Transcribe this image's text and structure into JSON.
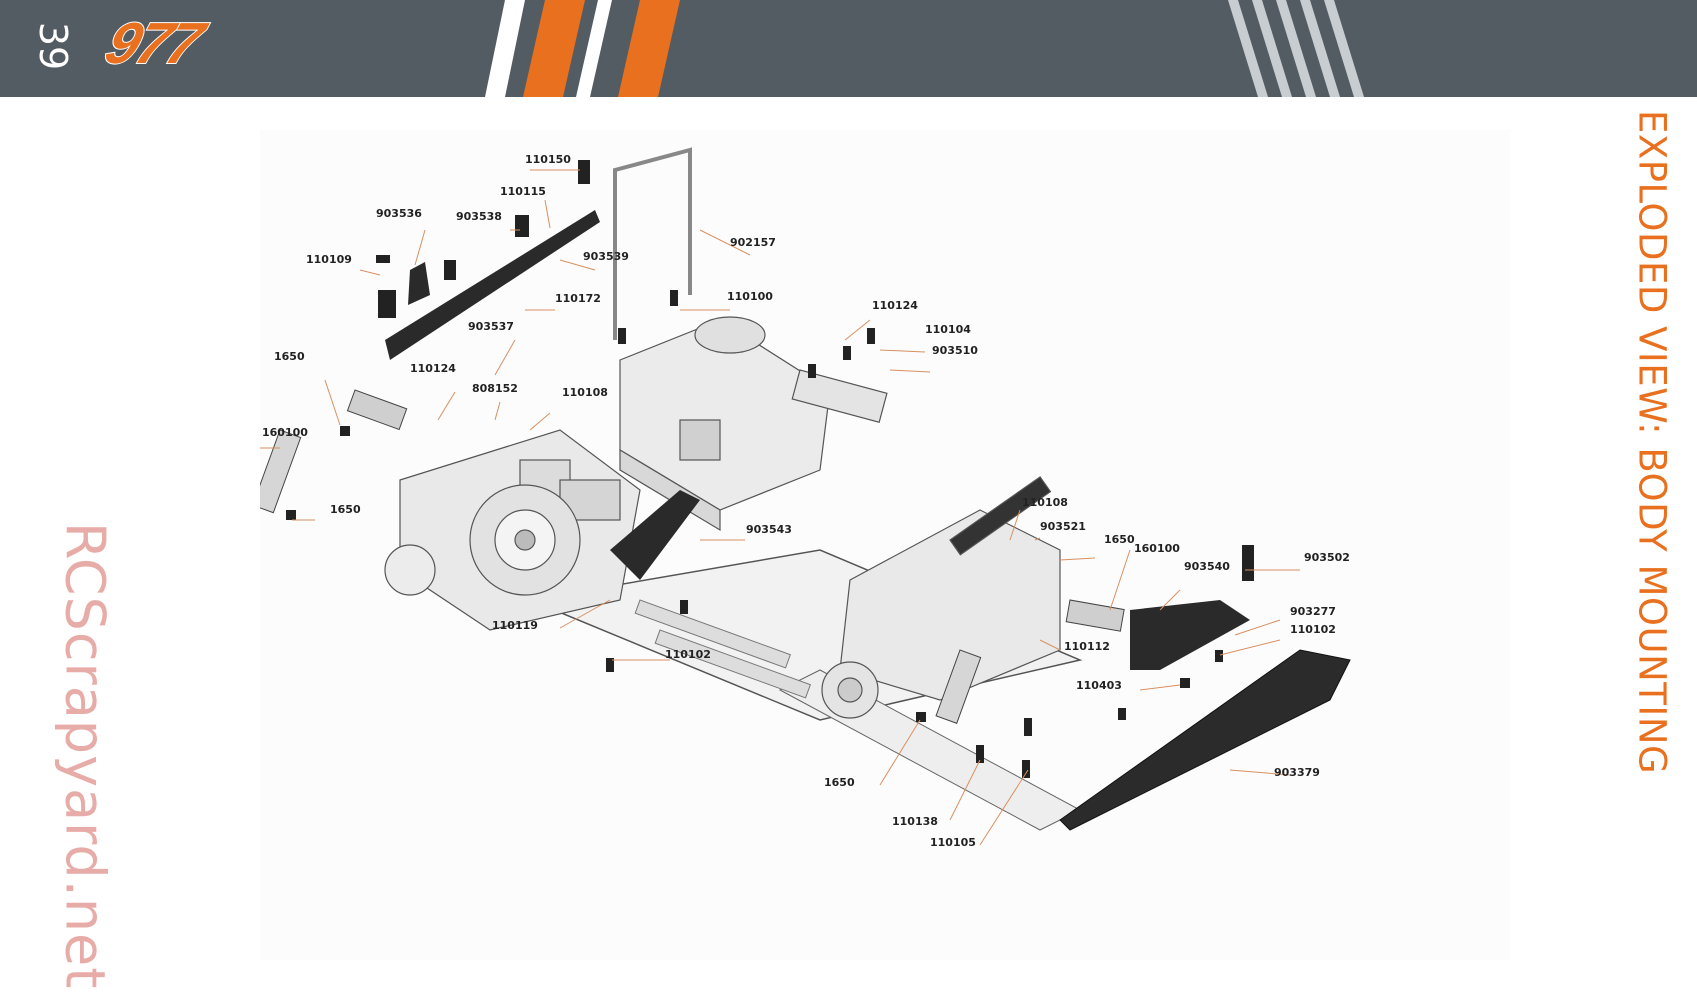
{
  "header": {
    "page_number": "39",
    "logo": "977",
    "colors": {
      "band": "#545c63",
      "accent": "#e8701e",
      "stripe": "#c8cdd2"
    }
  },
  "side_title": "EXPLODED VIEW: BODY MOUNTING",
  "watermark": "RCScrapyard.net",
  "parts": [
    {
      "id": "p1",
      "label": "110150"
    },
    {
      "id": "p2",
      "label": "110115"
    },
    {
      "id": "p3",
      "label": "903536"
    },
    {
      "id": "p4",
      "label": "903538"
    },
    {
      "id": "p5",
      "label": "902157"
    },
    {
      "id": "p6",
      "label": "110109"
    },
    {
      "id": "p7",
      "label": "903539"
    },
    {
      "id": "p8",
      "label": "110172"
    },
    {
      "id": "p9",
      "label": "110100"
    },
    {
      "id": "p10",
      "label": "110124"
    },
    {
      "id": "p11",
      "label": "110104"
    },
    {
      "id": "p12",
      "label": "903537"
    },
    {
      "id": "p13",
      "label": "903510"
    },
    {
      "id": "p14",
      "label": "1650"
    },
    {
      "id": "p15",
      "label": "110124"
    },
    {
      "id": "p16",
      "label": "808152"
    },
    {
      "id": "p17",
      "label": "110108"
    },
    {
      "id": "p18",
      "label": "160100"
    },
    {
      "id": "p19",
      "label": "1650"
    },
    {
      "id": "p20",
      "label": "110108"
    },
    {
      "id": "p21",
      "label": "903543"
    },
    {
      "id": "p22",
      "label": "903521"
    },
    {
      "id": "p23",
      "label": "1650"
    },
    {
      "id": "p24",
      "label": "160100"
    },
    {
      "id": "p25",
      "label": "903502"
    },
    {
      "id": "p26",
      "label": "903540"
    },
    {
      "id": "p27",
      "label": "110119"
    },
    {
      "id": "p28",
      "label": "903277"
    },
    {
      "id": "p29",
      "label": "110112"
    },
    {
      "id": "p30",
      "label": "110102"
    },
    {
      "id": "p31",
      "label": "110102"
    },
    {
      "id": "p32",
      "label": "110403"
    },
    {
      "id": "p33",
      "label": "1650"
    },
    {
      "id": "p34",
      "label": "903379"
    },
    {
      "id": "p35",
      "label": "110138"
    },
    {
      "id": "p36",
      "label": "110105"
    }
  ]
}
